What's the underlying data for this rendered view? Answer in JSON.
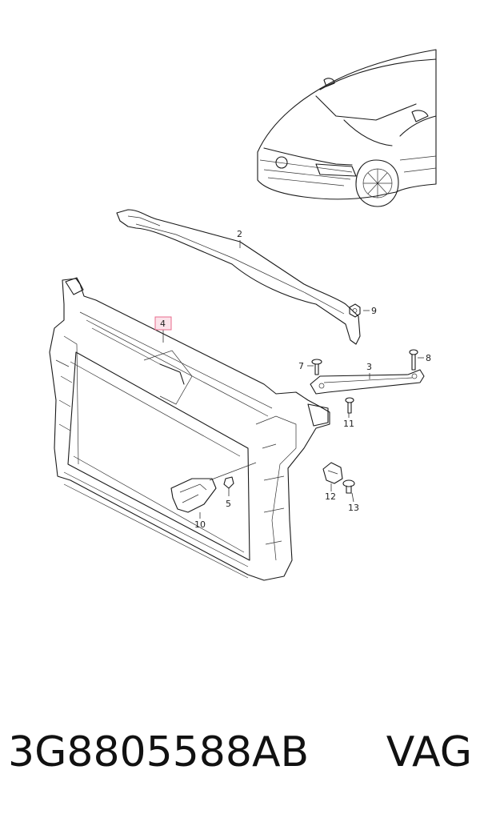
{
  "callouts": {
    "c2": "2",
    "c3": "3",
    "c4": "4",
    "c5": "5",
    "c7": "7",
    "c8": "8",
    "c9": "9",
    "c10": "10",
    "c11": "11",
    "c12": "12",
    "c13": "13"
  },
  "highlight_color": "#e86b8c",
  "footer": {
    "part_number": "3G8805588AB",
    "brand": "VAG"
  }
}
